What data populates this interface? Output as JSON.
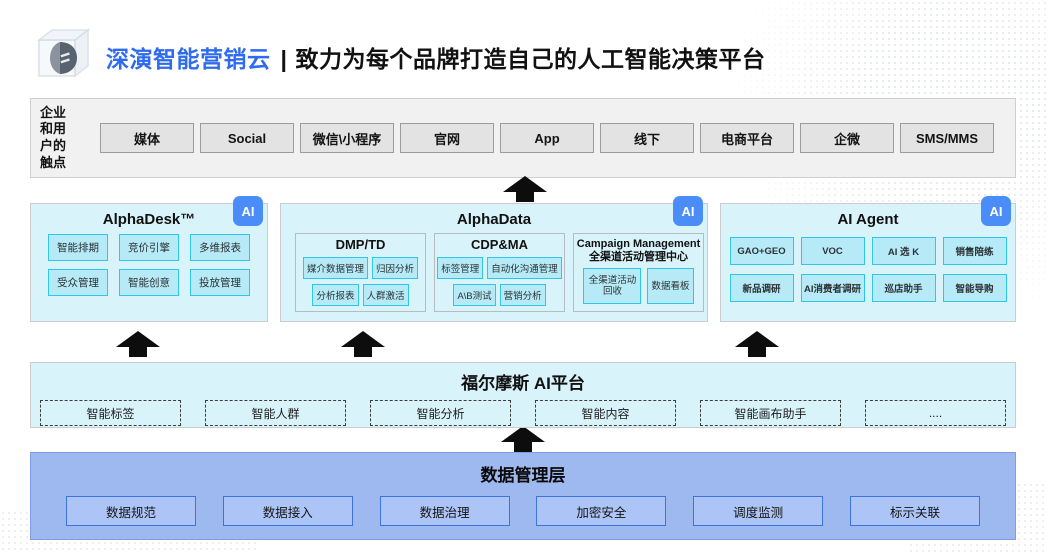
{
  "header": {
    "brand": "深演智能营销云",
    "divider": "|",
    "tagline": "致力为每个品牌打造自己的人工智能决策平台"
  },
  "touchpoint_bar": {
    "label_lines": [
      "企业",
      "和用",
      "户的",
      "触点"
    ],
    "items": [
      "媒体",
      "Social",
      "微信\\小程序",
      "官网",
      "App",
      "线下",
      "电商平台",
      "企微",
      "SMS/MMS"
    ]
  },
  "alphadesk": {
    "title": "AlphaDesk™",
    "badge": "AI",
    "chips": [
      "智能排期",
      "竞价引擎",
      "多维报表",
      "受众管理",
      "智能创意",
      "投放管理"
    ]
  },
  "alphadata": {
    "title": "AlphaData",
    "badge": "AI",
    "groups": [
      {
        "title": "DMP/TD",
        "chips": [
          "媒介数据管理",
          "归因分析",
          "分析报表",
          "人群激活"
        ]
      },
      {
        "title": "CDP&MA",
        "chips": [
          "标签管理",
          "自动化沟通管理",
          "A\\B测试",
          "营销分析"
        ]
      },
      {
        "title_en": "Campaign Management",
        "title_zh": "全渠道活动管理中心",
        "chips": [
          "全渠道活动回收",
          "数据看板"
        ]
      }
    ]
  },
  "ai_agent": {
    "title": "AI Agent",
    "badge": "AI",
    "chips": [
      "GAO+GEO",
      "VOC",
      "AI 选 K",
      "销售陪练",
      "新品调研",
      "AI消费者调研",
      "巡店助手",
      "智能导购"
    ]
  },
  "ai_platform": {
    "title": "福尔摩斯 AI平台",
    "items": [
      "智能标签",
      "智能人群",
      "智能分析",
      "智能内容",
      "智能画布助手",
      "...."
    ]
  },
  "data_layer": {
    "title": "数据管理层",
    "items": [
      "数据规范",
      "数据接入",
      "数据治理",
      "加密安全",
      "调度监测",
      "标示关联"
    ]
  },
  "colors": {
    "brand_blue": "#2e6bee",
    "cyan_panel": "#d8f3fa",
    "chip_cyan": "#b5eaf6",
    "chip_cyan_border": "#30c6e8",
    "ai_badge_blue": "#4a8df8",
    "data_layer_bg": "#9db9f0",
    "data_chip_bg": "#adc5f6",
    "data_chip_border": "#3d73de",
    "touchpoint_bar_bg": "#f1f1f2",
    "touchpoint_btn_bg": "#e3e3e4"
  }
}
